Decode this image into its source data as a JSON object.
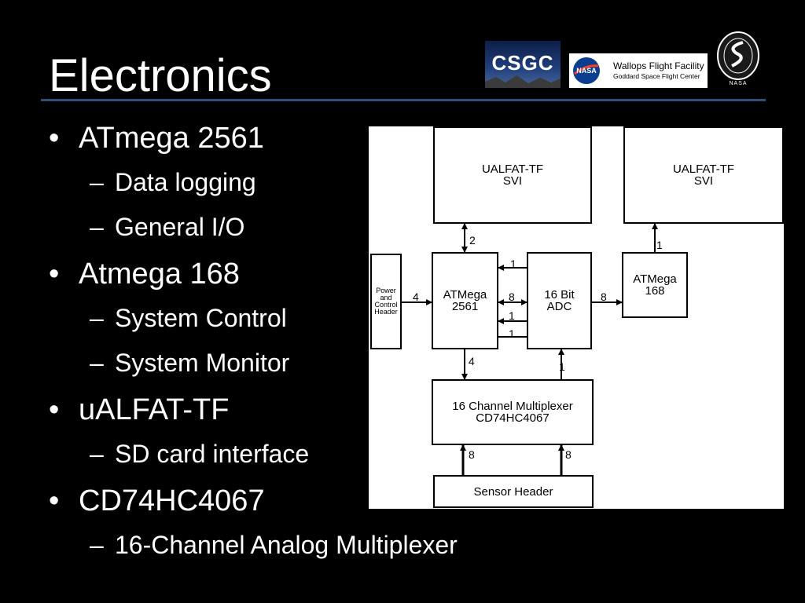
{
  "slide": {
    "title": "Electronics"
  },
  "logos": {
    "csgc": {
      "text": "CSGC"
    },
    "wallops": {
      "line1": "Wallops Flight Facility",
      "line2": "Goddard Space Flight Center",
      "meatball": "NASA"
    },
    "seal": {
      "caption": "NASA"
    }
  },
  "bullets": [
    {
      "text": "ATmega 2561",
      "sub": [
        "Data logging",
        "General I/O"
      ]
    },
    {
      "text": "Atmega 168",
      "sub": [
        "System Control",
        "System Monitor"
      ]
    },
    {
      "text": "uALFAT-TF",
      "sub": [
        "SD card interface"
      ]
    },
    {
      "text": "CD74HC4067",
      "sub": [
        "16-Channel Analog Multiplexer"
      ]
    }
  ],
  "diagram": {
    "blocks": {
      "ualfat_left": [
        "UALFAT-TF",
        "SVI"
      ],
      "ualfat_right": [
        "UALFAT-TF",
        "SVI"
      ],
      "power": [
        "Power",
        "and",
        "Control",
        "Header"
      ],
      "atmega2561": [
        "ATMega",
        "2561"
      ],
      "adc": [
        "16 Bit",
        "ADC"
      ],
      "atmega168": [
        "ATMega",
        "168"
      ],
      "mux": [
        "16 Channel Multiplexer",
        "CD74HC4067"
      ],
      "sensor": [
        "Sensor Header"
      ]
    },
    "labels": {
      "l_2": "2",
      "l_1_right": "1",
      "l_1_top": "1",
      "l_4_power": "4",
      "l_8_mid": "8",
      "l_1_mid": "1",
      "l_1_low": "1",
      "l_8_right": "8",
      "l_4_down": "4",
      "l_1_adc": "1",
      "l_8_a": "8",
      "l_8_b": "8"
    }
  },
  "colors": {
    "background": "#000000",
    "rule": "#2c4f7c",
    "diagram_bg": "#ffffff"
  }
}
